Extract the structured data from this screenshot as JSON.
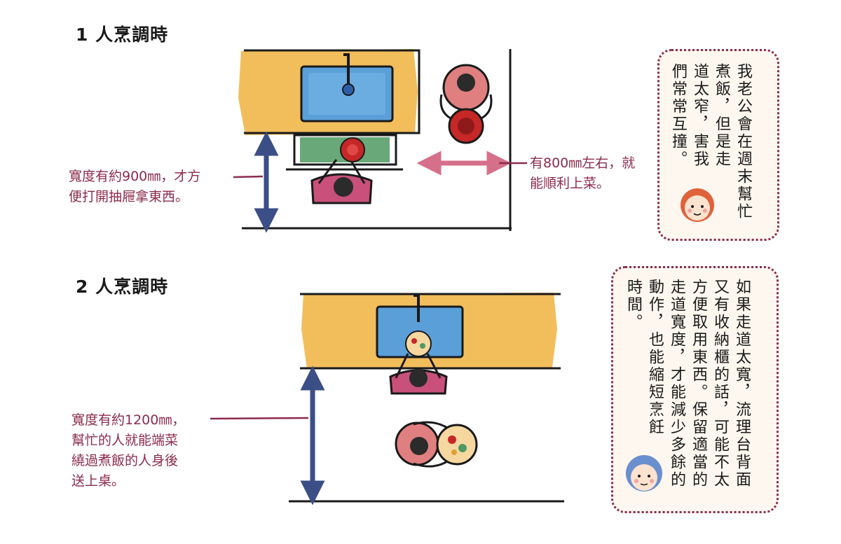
{
  "colors": {
    "counter": "#f1b74a",
    "sink": "#5a9fd8",
    "accent": "#8b2b4c",
    "arrow_blue": "#3b4e86",
    "arrow_pink": "#d6708a",
    "person_top": "#e07f7f",
    "person_body": "#c8507a",
    "cabinet_green": "#4f9a62",
    "pot_red": "#c62727",
    "bubble_bg": "#fdf7ef"
  },
  "section1": {
    "title": "1 人烹調時",
    "callout_left": [
      "寬度有約900㎜，才方",
      "便打開抽屜拿東西。"
    ],
    "callout_right": [
      "有800㎜左右，就",
      "能順利上菜。"
    ],
    "comment": [
      "我老公會在週末幫忙",
      "煮飯，但是走",
      "道太窄，害我",
      "們常常互撞。"
    ]
  },
  "section2": {
    "title": "2 人烹調時",
    "callout_left": [
      "寬度有約1200㎜，",
      "幫忙的人就能端菜",
      "繞過煮飯的人身後",
      "送上桌。"
    ],
    "comment": [
      "如果走道太寬，流理台背面",
      "又有收納櫃的話，可能不太",
      "方便取用東西。保留適當的",
      "走道寬度，才能減少多餘的",
      "動作，也能縮短烹飪",
      "時間。"
    ]
  },
  "icons": [
    "sink-icon",
    "faucet-icon",
    "person-icon",
    "arrow-icon",
    "face-icon"
  ]
}
